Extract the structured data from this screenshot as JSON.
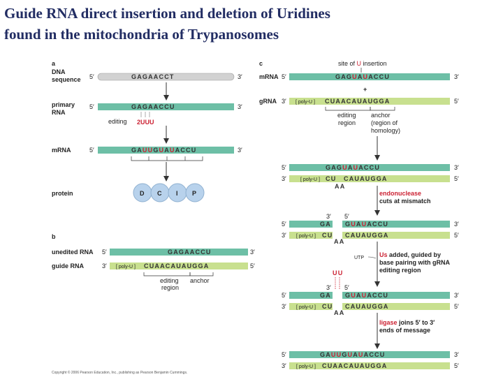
{
  "title": {
    "line1": "Guide RNA direct insertion and deletion of Uridines",
    "line2": "found in the mitochondria of Trypanosomes"
  },
  "panel_a": {
    "letter": "a",
    "dna_label": "DNA\nsequence",
    "dna_seq": "GAGAACCT",
    "primary_label": "primary\nRNA",
    "primary_seq": "GAGAACCU",
    "editing_label": "editing",
    "editing_added": "2UUU",
    "mrna_label": "mRNA",
    "mrna_seq_parts": [
      "GA",
      "UU",
      "G",
      "U",
      "A",
      "U",
      "ACCU"
    ],
    "protein_label": "protein",
    "protein_units": [
      "D",
      "C",
      "I",
      "P"
    ]
  },
  "panel_b": {
    "letter": "b",
    "unedited_label": "unedited RNA",
    "unedited_seq": "GAGAACCU",
    "guide_label": "guide RNA",
    "guide_polyu": "[ poly-U ]",
    "guide_seq": "CUAACAUAUGGA",
    "editing_region": "editing\nregion",
    "anchor": "anchor"
  },
  "panel_c": {
    "letter": "c",
    "site_label": "site of",
    "site_u": "U",
    "site_insertion": "insertion",
    "mrna_label": "mRNA",
    "mrna_seq_parts": [
      "GAG",
      "U",
      "A",
      "U",
      "ACCU"
    ],
    "plus": "+",
    "grna_label": "gRNA",
    "grna_polyu": "[ poly-U ]",
    "grna_seq": "CUAACAUAUGGA",
    "editing_region": "editing\nregion",
    "anchor": "anchor\n(region of\nhomology)",
    "step1_top_parts": [
      "GAG",
      "U",
      "A",
      "U",
      "ACCU"
    ],
    "step1_bottom_a": "CU",
    "step1_bottom_b": "CAUAUGGA",
    "loop_aa": "AA",
    "endonuclease": "endonuclease",
    "endonuclease_rest": "cuts at mismatch",
    "step2_top_a": "GA",
    "step2_top_b_parts": [
      "G",
      "U",
      "A",
      "U",
      "ACCU"
    ],
    "step2_bottom_a": "CU",
    "step2_bottom_b": "CAUAUGGA",
    "utp": "UTP",
    "us_added": "Us",
    "us_rest": "added, guided by\nbase pairing with gRNA\nediting region",
    "inserted_uu": "UU",
    "step3_top_a": "GA",
    "step3_top_b_parts": [
      "G",
      "U",
      "A",
      "U",
      "ACCU"
    ],
    "step3_bottom_a": "CU",
    "step3_bottom_b": "CAUAUGGA",
    "ligase": "ligase",
    "ligase_rest": "joins 5′ to 3′\nends of message",
    "final_top_parts": [
      "GA",
      "UU",
      "G",
      "U",
      "A",
      "U",
      "ACCU"
    ],
    "final_bottom": "CUAACAUAUGGA",
    "three": "3′",
    "five": "5′"
  },
  "copyright": "Copyright © 2006 Pearson Education, Inc., publishing as Pearson Benjamin Cummings.",
  "colors": {
    "title": "#222d63",
    "teal_strand": "#6dbfa6",
    "green_strand": "#c8e08f",
    "gray_strand": "#d2d2d2",
    "red": "#cc2233",
    "protein": "#b8d2ec"
  }
}
